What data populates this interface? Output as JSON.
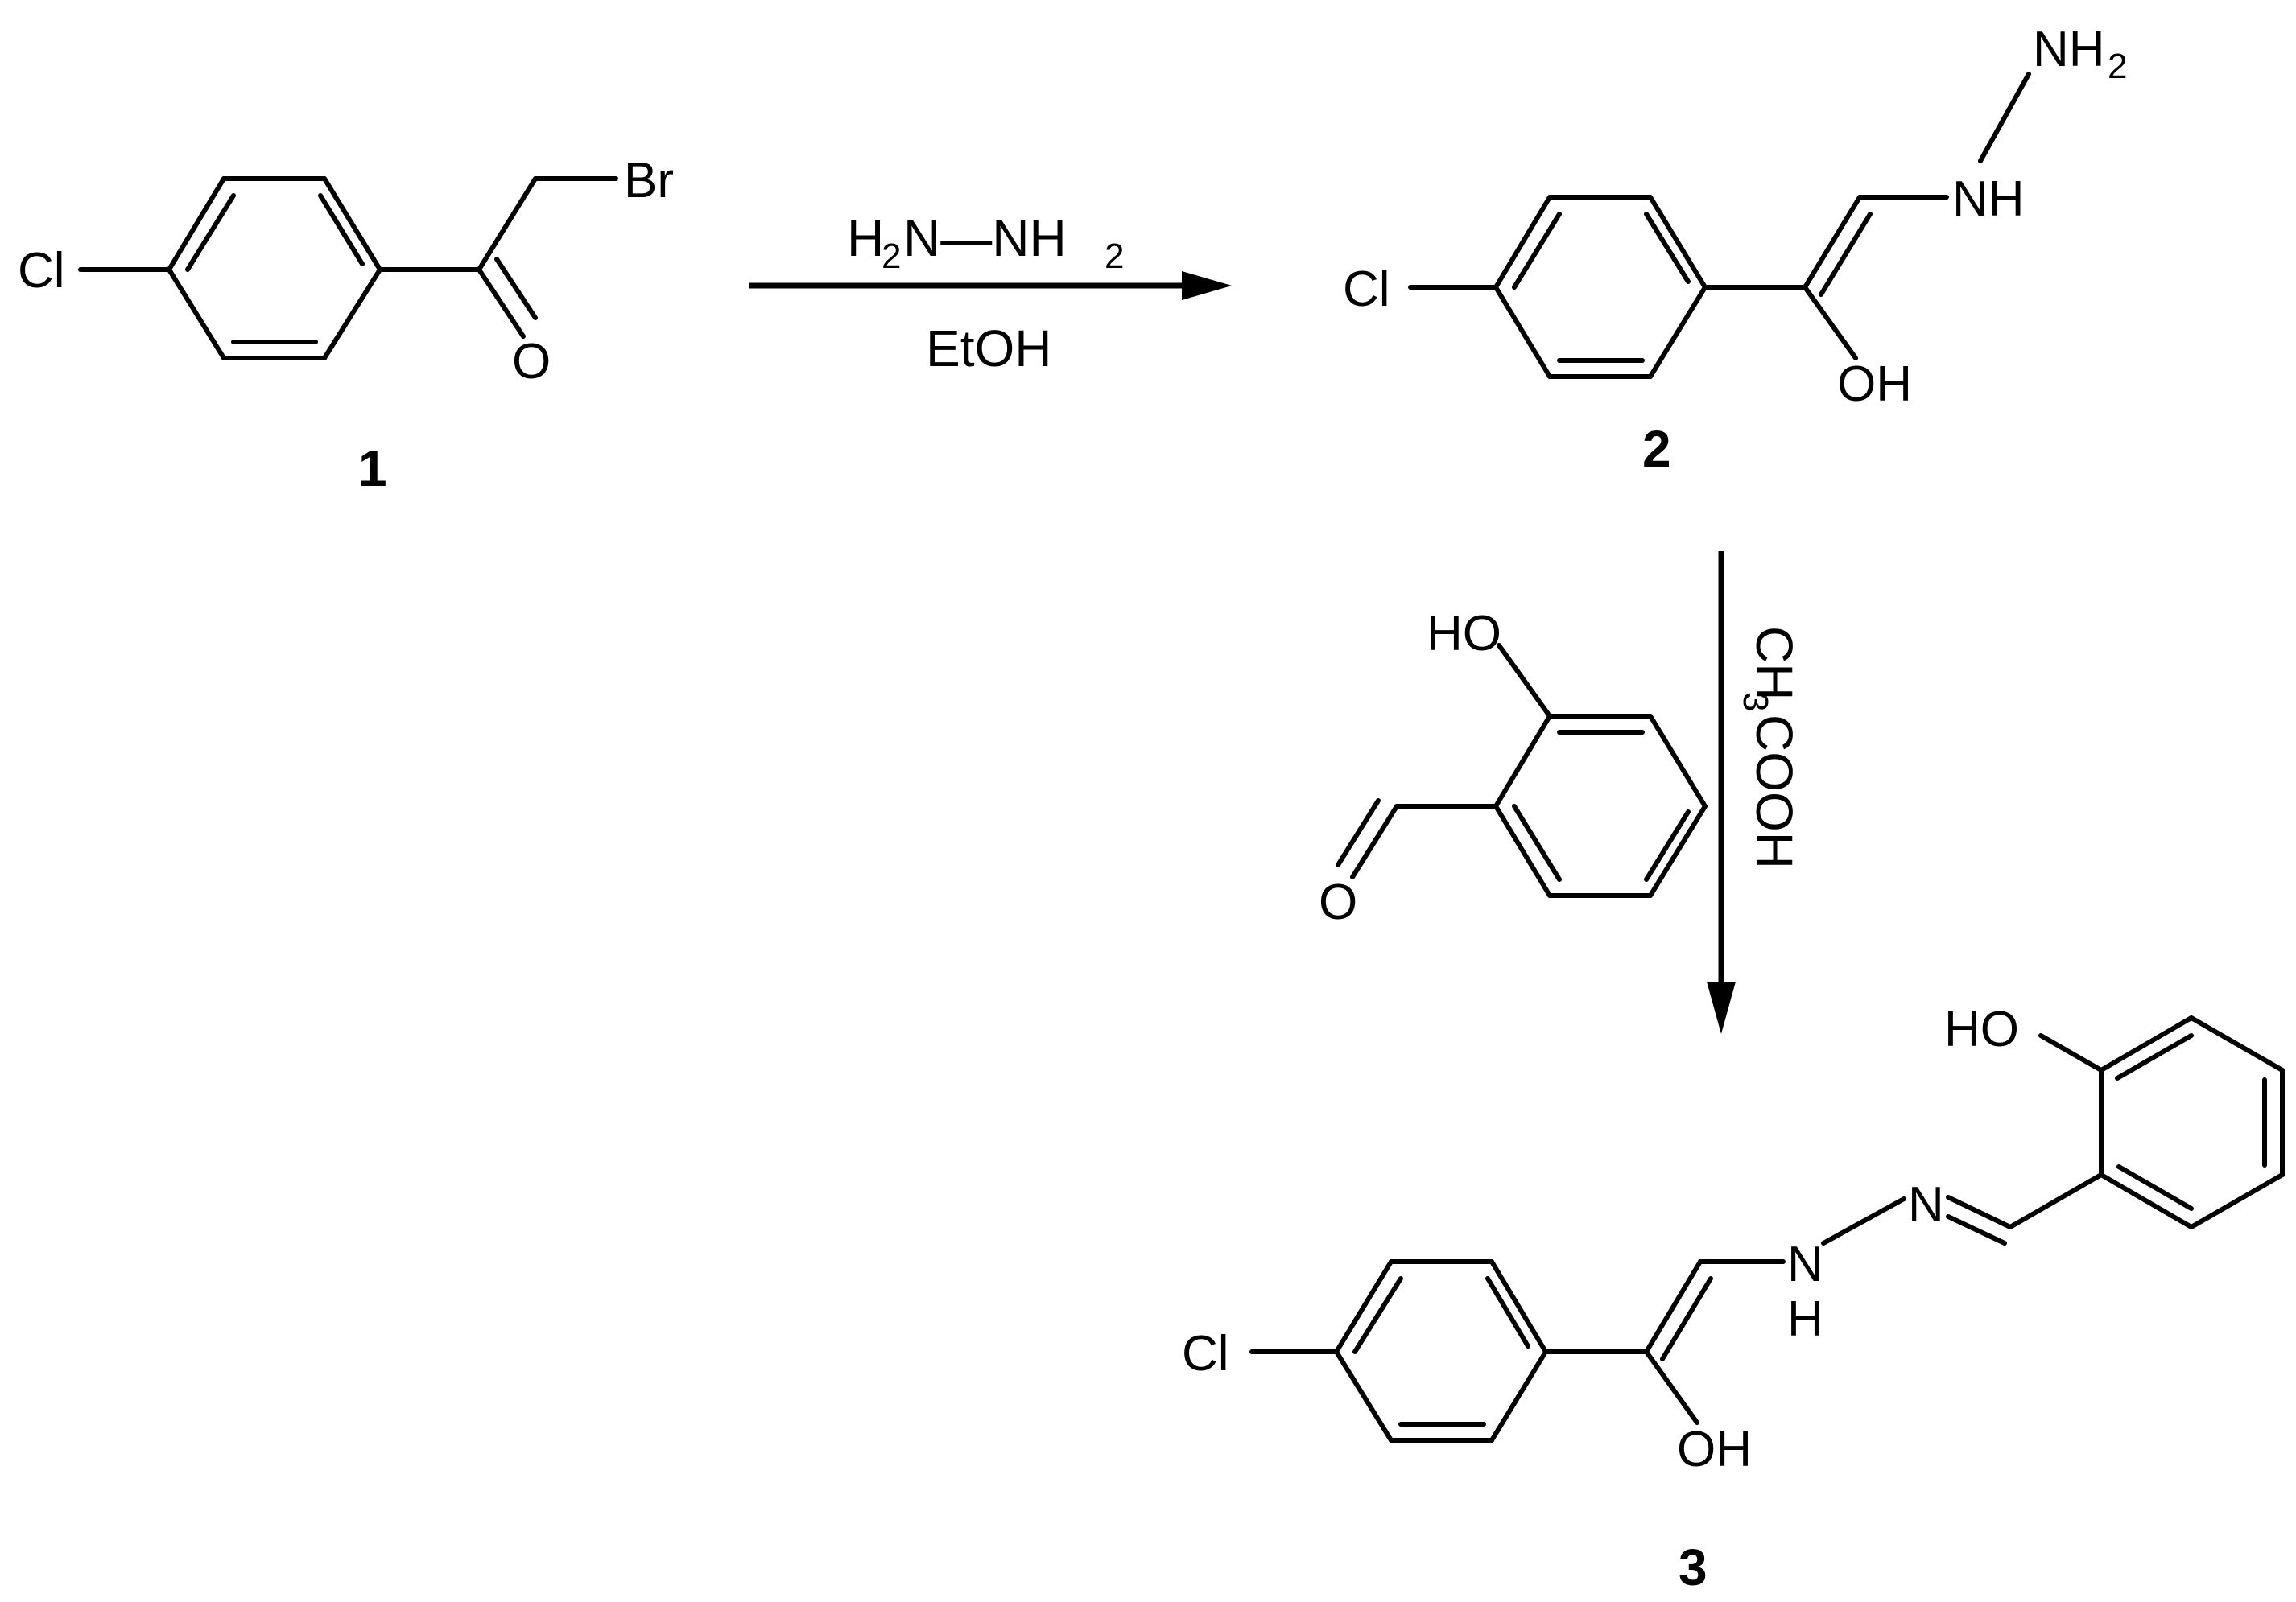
{
  "compound_1": {
    "label": "1",
    "atoms": {
      "cl": "Cl",
      "br": "Br",
      "o": "O"
    }
  },
  "step_1": {
    "reagent_h2n_prefix": "H",
    "reagent_h2n_sub": "2",
    "reagent_n_bond": "N—NH",
    "reagent_tail_sub": "2",
    "solvent": "EtOH"
  },
  "compound_2": {
    "label": "2",
    "atoms": {
      "cl": "Cl",
      "oh": "OH",
      "nh": "NH",
      "nh2_main": "NH",
      "nh2_sub": "2"
    }
  },
  "step_2": {
    "acid_main": "CH",
    "acid_sub": "3",
    "acid_tail": "COOH",
    "reactant_atoms": {
      "ho": "HO",
      "o": "O"
    }
  },
  "compound_3": {
    "label": "3",
    "atoms": {
      "cl": "Cl",
      "oh": "OH",
      "n": "N",
      "h": "H",
      "n2": "N",
      "ho": "HO"
    }
  }
}
